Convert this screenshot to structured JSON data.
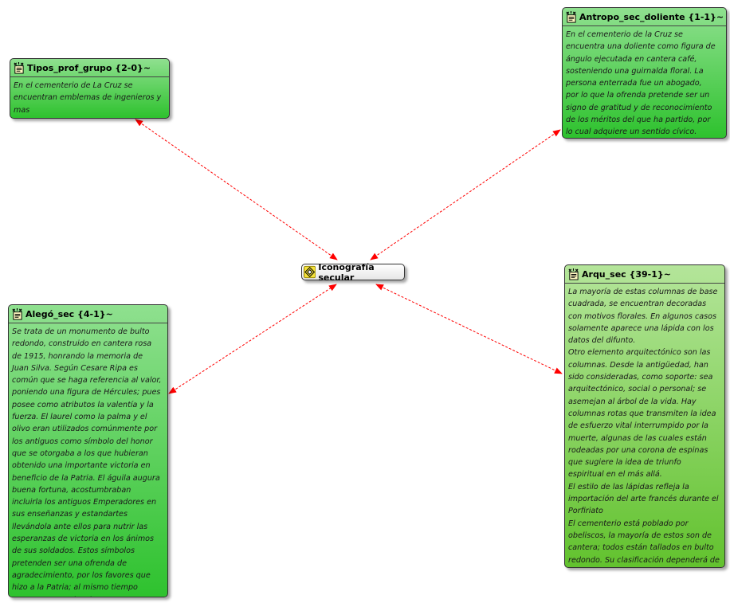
{
  "network": {
    "edge_color": "#ff0000",
    "center": {
      "label": "Iconografía secular",
      "icon": "family-node-icon"
    },
    "nodes": {
      "tipos": {
        "title": "Tipos_prof_grupo {2-0}~",
        "icon": "memo-code-icon",
        "body": "En el cementerio de La Cruz se\nencuentran emblemas de ingenieros y\nmas"
      },
      "antropo": {
        "title": "Antropo_sec_doliente {1-1}~",
        "icon": "memo-code-icon",
        "body": "En el cementerio de la Cruz se\nencuentra una doliente como figura de\nángulo ejecutada en cantera café,\nsosteniendo una guirnalda floral.  La\npersona enterrada fue un abogado,\npor lo que la ofrenda pretende ser un\nsigno de gratitud y de reconocimiento\nde los méritos del que ha partido, por\nlo cual adquiere un sentido cívico."
      },
      "alego": {
        "title": "Alegó_sec {4-1}~",
        "icon": "memo-code-icon",
        "body": "Se trata de un monumento de bulto\nredondo, construido en cantera rosa\nde 1915, honrando la memoria de\nJuan Silva. Según Cesare Ripa es\ncomún que se haga referencia al valor,\nponiendo una figura de Hércules; pues\nposee como atributos la valentía y la\nfuerza. El laurel como la palma y el\nolivo eran utilizados comúnmente por\nlos antiguos como símbolo del honor\nque se otorgaba a los que hubieran\nobtenido una importante victoria en\nbeneficio de la Patria. El águila augura\nbuena fortuna, acostumbraban\nincluirla los antiguos Emperadores en\nsus enseñanzas y estandartes\nllevándola ante ellos para nutrir las\nesperanzas de victoria en los ánimos\nde sus soldados.  Estos símbolos\npretenden ser una ofrenda de\nagradecimiento, por los favores que\nhizo a la Patria; al mismo tiempo\nenumeran sus virtudes."
      },
      "arqu": {
        "title": "Arqu_sec {39-1}~",
        "icon": "memo-code-icon",
        "body": "La mayoría de estas columnas de base\ncuadrada, se encuentran decoradas\ncon motivos florales. En algunos casos\nsolamente aparece una lápida con los\ndatos del difunto.\nOtro elemento arquitectónico son las\ncolumnas. Desde la antigüedad, han\nsido consideradas, como soporte: sea\narquitectónico, social o personal; se\nasemejan al árbol de la vida.  Hay\ncolumnas rotas que transmiten la idea\nde esfuerzo vital interrumpido por la\nmuerte, algunas de las cuales están\nrodeadas por una corona de espinas\nque sugiere la idea de triunfo\nespiritual en el más allá.\nEl estilo de las lápidas refleja la\nimportación del arte francés durante el\nPorfiriato\nEl cementerio está poblado por\nobeliscos,  la mayoría de estos son de\ncantera; todos están tallados en bulto\nredondo. Su clasificación dependerá de\nsu remate."
      }
    }
  }
}
